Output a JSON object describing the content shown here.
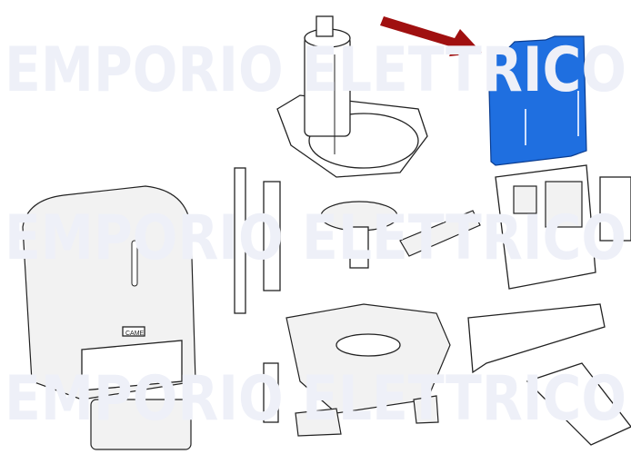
{
  "watermark": {
    "text": "EMPORIO ELETTRICO",
    "color": "#eef0f8"
  },
  "highlight": {
    "part": "blue-mounting-plate",
    "color": "#1f6fe0",
    "arrow_color": "#a01010"
  },
  "cover_logo": "CAME"
}
